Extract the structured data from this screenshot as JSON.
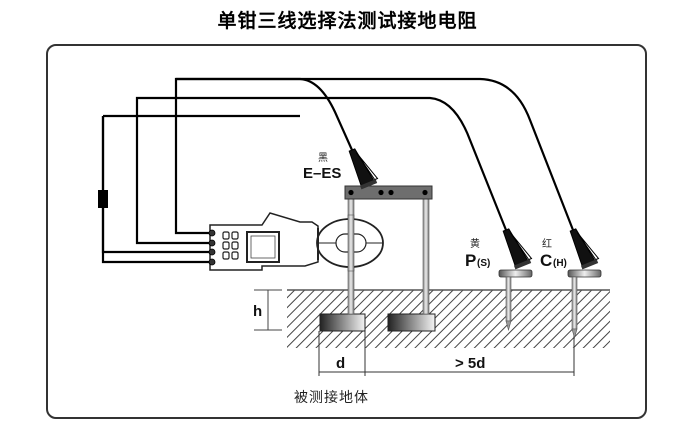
{
  "title": "单钳三线选择法测试接地电阻",
  "labels": {
    "black_color": "黑",
    "e_es": "E–ES",
    "yellow_color": "黄",
    "p_main": "P",
    "p_sub": "(S)",
    "red_color": "红",
    "c_main": "C",
    "c_sub": "(H)",
    "h": "h",
    "d": "d",
    "gt5d": "> 5d",
    "grounded_body": "被测接地体"
  },
  "colors": {
    "line": "#000000",
    "frame": "#333333",
    "hatch": "#444444",
    "bar": "#6e6e6e"
  }
}
